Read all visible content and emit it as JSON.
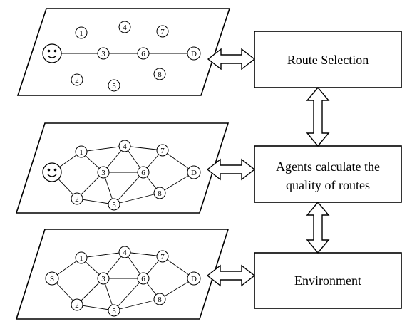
{
  "panels": [
    {
      "id": "route-selection-panel",
      "source_label": "☺",
      "source_kind": "smiley",
      "destination_label": "D",
      "nodes": [
        "1",
        "2",
        "3",
        "4",
        "5",
        "6",
        "7",
        "8"
      ],
      "edges": [
        [
          "S",
          "3"
        ],
        [
          "3",
          "6"
        ],
        [
          "6",
          "D"
        ]
      ]
    },
    {
      "id": "agents-panel",
      "source_label": "☺",
      "source_kind": "smiley",
      "destination_label": "D",
      "nodes": [
        "1",
        "2",
        "3",
        "4",
        "5",
        "6",
        "7",
        "8"
      ],
      "edges": [
        [
          "S",
          "1"
        ],
        [
          "S",
          "2"
        ],
        [
          "1",
          "3"
        ],
        [
          "1",
          "4"
        ],
        [
          "2",
          "3"
        ],
        [
          "2",
          "5"
        ],
        [
          "3",
          "4"
        ],
        [
          "3",
          "5"
        ],
        [
          "3",
          "6"
        ],
        [
          "4",
          "6"
        ],
        [
          "4",
          "7"
        ],
        [
          "5",
          "6"
        ],
        [
          "5",
          "8"
        ],
        [
          "6",
          "7"
        ],
        [
          "6",
          "8"
        ],
        [
          "7",
          "D"
        ],
        [
          "8",
          "D"
        ]
      ]
    },
    {
      "id": "environment-panel",
      "source_label": "S",
      "source_kind": "letter",
      "destination_label": "D",
      "nodes": [
        "1",
        "2",
        "3",
        "4",
        "5",
        "6",
        "7",
        "8"
      ],
      "edges": [
        [
          "S",
          "1"
        ],
        [
          "S",
          "2"
        ],
        [
          "1",
          "3"
        ],
        [
          "1",
          "4"
        ],
        [
          "2",
          "3"
        ],
        [
          "2",
          "5"
        ],
        [
          "3",
          "4"
        ],
        [
          "3",
          "5"
        ],
        [
          "3",
          "6"
        ],
        [
          "4",
          "6"
        ],
        [
          "4",
          "7"
        ],
        [
          "5",
          "6"
        ],
        [
          "5",
          "8"
        ],
        [
          "6",
          "7"
        ],
        [
          "6",
          "8"
        ],
        [
          "7",
          "D"
        ],
        [
          "8",
          "D"
        ]
      ]
    }
  ],
  "boxes": {
    "route_selection": "Route Selection",
    "agents_line1": "Agents calculate the",
    "agents_line2": "quality of routes",
    "environment": "Environment"
  }
}
